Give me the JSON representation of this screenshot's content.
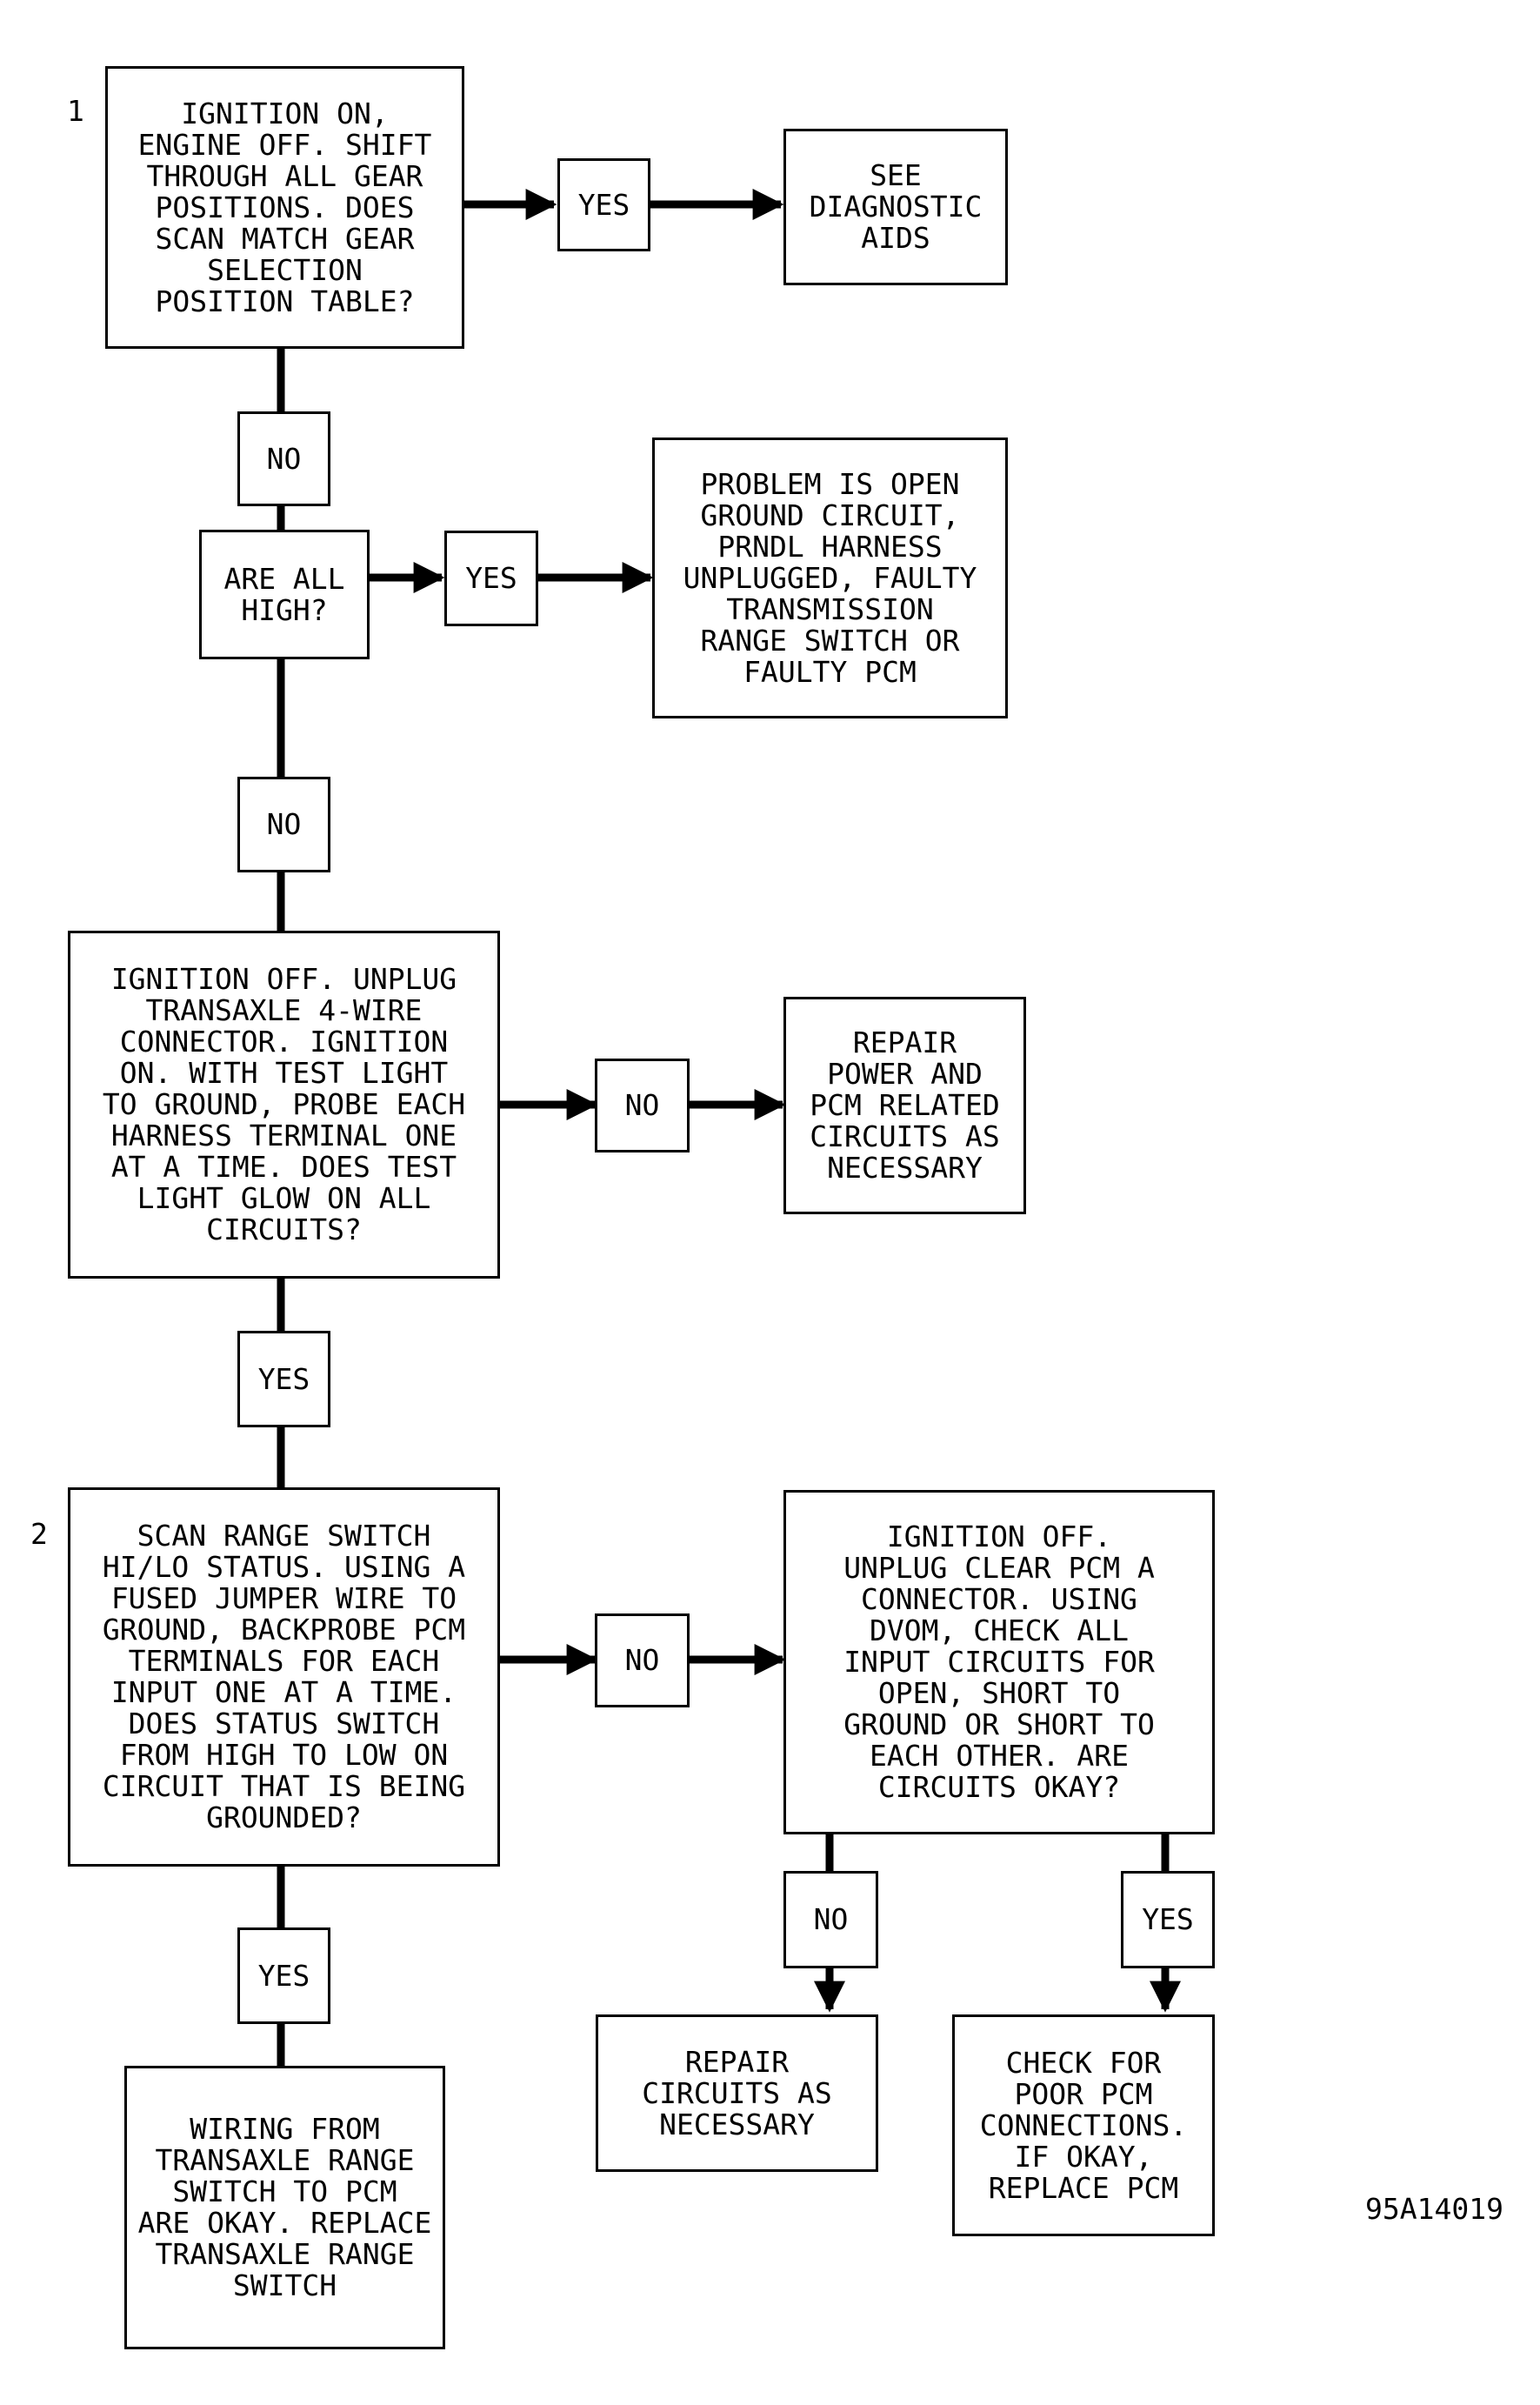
{
  "diagram_id": "95A14019",
  "step_numbers": {
    "step1": "1",
    "step2": "2"
  },
  "nodes": {
    "q_gear_scan": "IGNITION ON,\nENGINE OFF. SHIFT\nTHROUGH ALL GEAR\nPOSITIONS. DOES\nSCAN MATCH GEAR\nSELECTION\nPOSITION TABLE?",
    "see_diag_aids": "SEE\nDIAGNOSTIC\nAIDS",
    "q_all_high": "ARE ALL\nHIGH?",
    "problem_open_ground": "PROBLEM IS OPEN\nGROUND CIRCUIT,\nPRNDL HARNESS\nUNPLUGGED, FAULTY\nTRANSMISSION\nRANGE SWITCH OR\nFAULTY PCM",
    "q_test_light": "IGNITION OFF. UNPLUG\nTRANSAXLE 4-WIRE\nCONNECTOR. IGNITION\nON. WITH TEST LIGHT\nTO GROUND, PROBE EACH\nHARNESS TERMINAL ONE\nAT A TIME. DOES TEST\nLIGHT GLOW ON ALL\nCIRCUITS?",
    "repair_power_pcm": "REPAIR\nPOWER AND\nPCM RELATED\nCIRCUITS AS\nNECESSARY",
    "q_scan_range": "SCAN RANGE SWITCH\nHI/LO STATUS. USING A\nFUSED JUMPER WIRE TO\nGROUND, BACKPROBE PCM\nTERMINALS FOR EACH\nINPUT ONE AT A TIME.\nDOES STATUS SWITCH\nFROM HIGH TO LOW ON\nCIRCUIT THAT IS BEING\nGROUNDED?",
    "q_dvom_check": "IGNITION OFF.\nUNPLUG CLEAR PCM A\nCONNECTOR. USING\nDVOM, CHECK ALL\nINPUT CIRCUITS FOR\nOPEN, SHORT TO\nGROUND OR SHORT TO\nEACH OTHER. ARE\nCIRCUITS OKAY?",
    "wiring_okay_replace": "WIRING FROM\nTRANSAXLE RANGE\nSWITCH TO PCM\nARE OKAY. REPLACE\nTRANSAXLE RANGE\nSWITCH",
    "repair_circuits": "REPAIR\nCIRCUITS AS\nNECESSARY",
    "check_poor_pcm": "CHECK FOR\nPOOR PCM\nCONNECTIONS.\nIF OKAY,\nREPLACE PCM",
    "yes_1": "YES",
    "no_1": "NO",
    "yes_2": "YES",
    "no_2": "NO",
    "no_3": "NO",
    "yes_3": "YES",
    "no_4": "NO",
    "yes_4": "YES",
    "no_5": "NO",
    "yes_5": "YES"
  }
}
